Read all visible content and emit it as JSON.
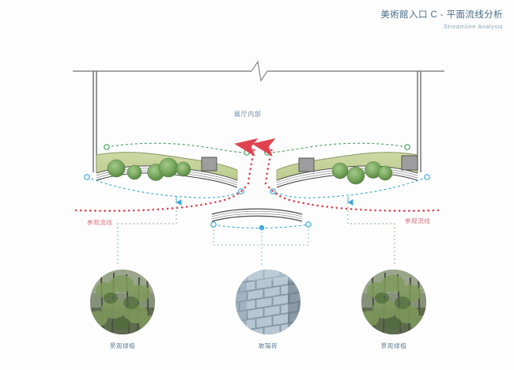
{
  "header": {
    "title": "美術館入口 C - 平面流线分析",
    "subtitle": "Streamline Analysis"
  },
  "diagram": {
    "interior_label": "展厅内部",
    "flow_label_left": "参观流线",
    "flow_label_right": "参观流线",
    "colors": {
      "wall": "#6b6b6b",
      "planting_fill": "#c6d39a",
      "planting_edge": "#8f9a6a",
      "tree": "#6f9a55",
      "visitor_flow_red": "#e0434f",
      "sight_line_green": "#3da05e",
      "sight_line_blue": "#3aa8d8",
      "leader_green": "#86b394",
      "leader_blue": "#7fc0dd",
      "title_text": "#4a6e86",
      "subtitle_text": "#8aa4b4",
      "hall_text": "#6f8fa6",
      "flow_text": "#d4737e",
      "caption_text": "#5d7e95",
      "equipment_box": "#8c8c8c"
    },
    "elements": {
      "break_line": "break-line-symbol",
      "glass_brick_wall": "curved-glass-brick-wall",
      "planting_bed_left": "left-landscape-planting-bed",
      "planting_bed_right": "right-landscape-planting-bed",
      "entry_arrows": 2
    }
  },
  "photos": [
    {
      "caption": "景观绿植",
      "kind": "greenery"
    },
    {
      "caption": "玻璃砖",
      "kind": "glassbrick"
    },
    {
      "caption": "景观绿植",
      "kind": "greenery"
    }
  ]
}
